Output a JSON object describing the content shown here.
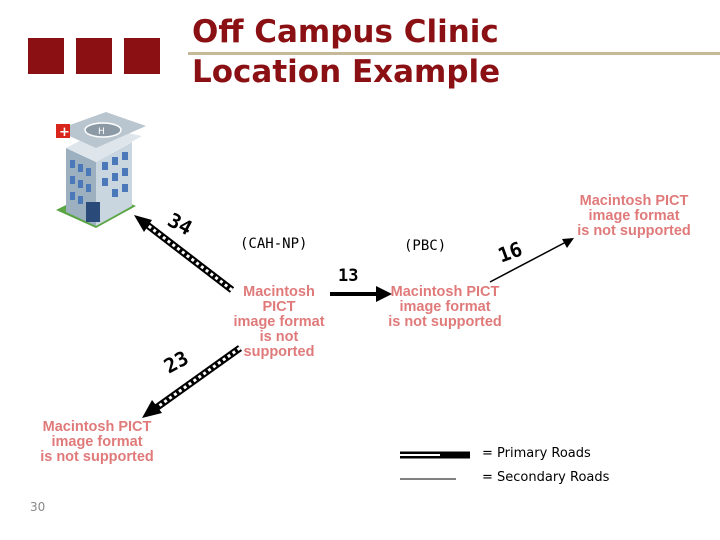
{
  "slide": {
    "title": "Off Campus Clinic\nLocation Example",
    "page_number": "30",
    "accent_color": "#8b1014",
    "rule_color": "#c5b99a"
  },
  "diagram": {
    "origin_icon": "hospital-building-icon",
    "placeholders": [
      "Macintosh PICT\nimage format\nis not supported",
      "Macintosh PICT\nimage format\nis not supported",
      "Macintosh PICT\nimage format\nis not supported",
      "Macintosh PICT\nimage format\nis not supported"
    ],
    "placeholder_color": "#e07a7a",
    "labels": {
      "cah_np": "(CAH-NP)",
      "pbc": "(PBC)"
    },
    "roads": {
      "r34": "34",
      "r13": "13",
      "r16": "16",
      "r23": "23"
    }
  },
  "legend": {
    "primary": "= Primary Roads",
    "secondary": "= Secondary Roads"
  }
}
